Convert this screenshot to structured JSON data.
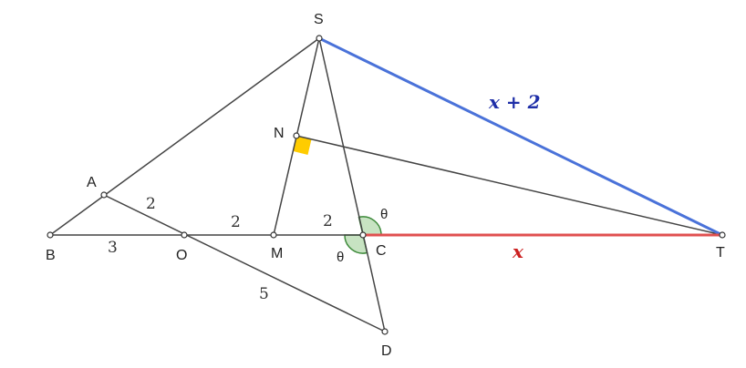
{
  "points": {
    "S": "S",
    "N": "N",
    "A": "A",
    "B": "B",
    "O": "O",
    "M": "M",
    "C": "C",
    "T": "T",
    "D": "D"
  },
  "lengths": {
    "AO": "2",
    "OM": "2",
    "MC": "2",
    "BO": "3",
    "OD": "5",
    "ST": "x + 2",
    "CT": "x"
  },
  "angles": {
    "at_C_upper": "θ",
    "at_C_lower": "θ"
  },
  "colors": {
    "ST_segment": "#4a72d9",
    "CT_segment": "#e05050",
    "ST_label": "#1f2fa8",
    "CT_label": "#cc2020",
    "angle_fill": "#c7e3c2",
    "angle_stroke": "#3d8a3a",
    "right_angle_marker": "#ffcc00"
  }
}
